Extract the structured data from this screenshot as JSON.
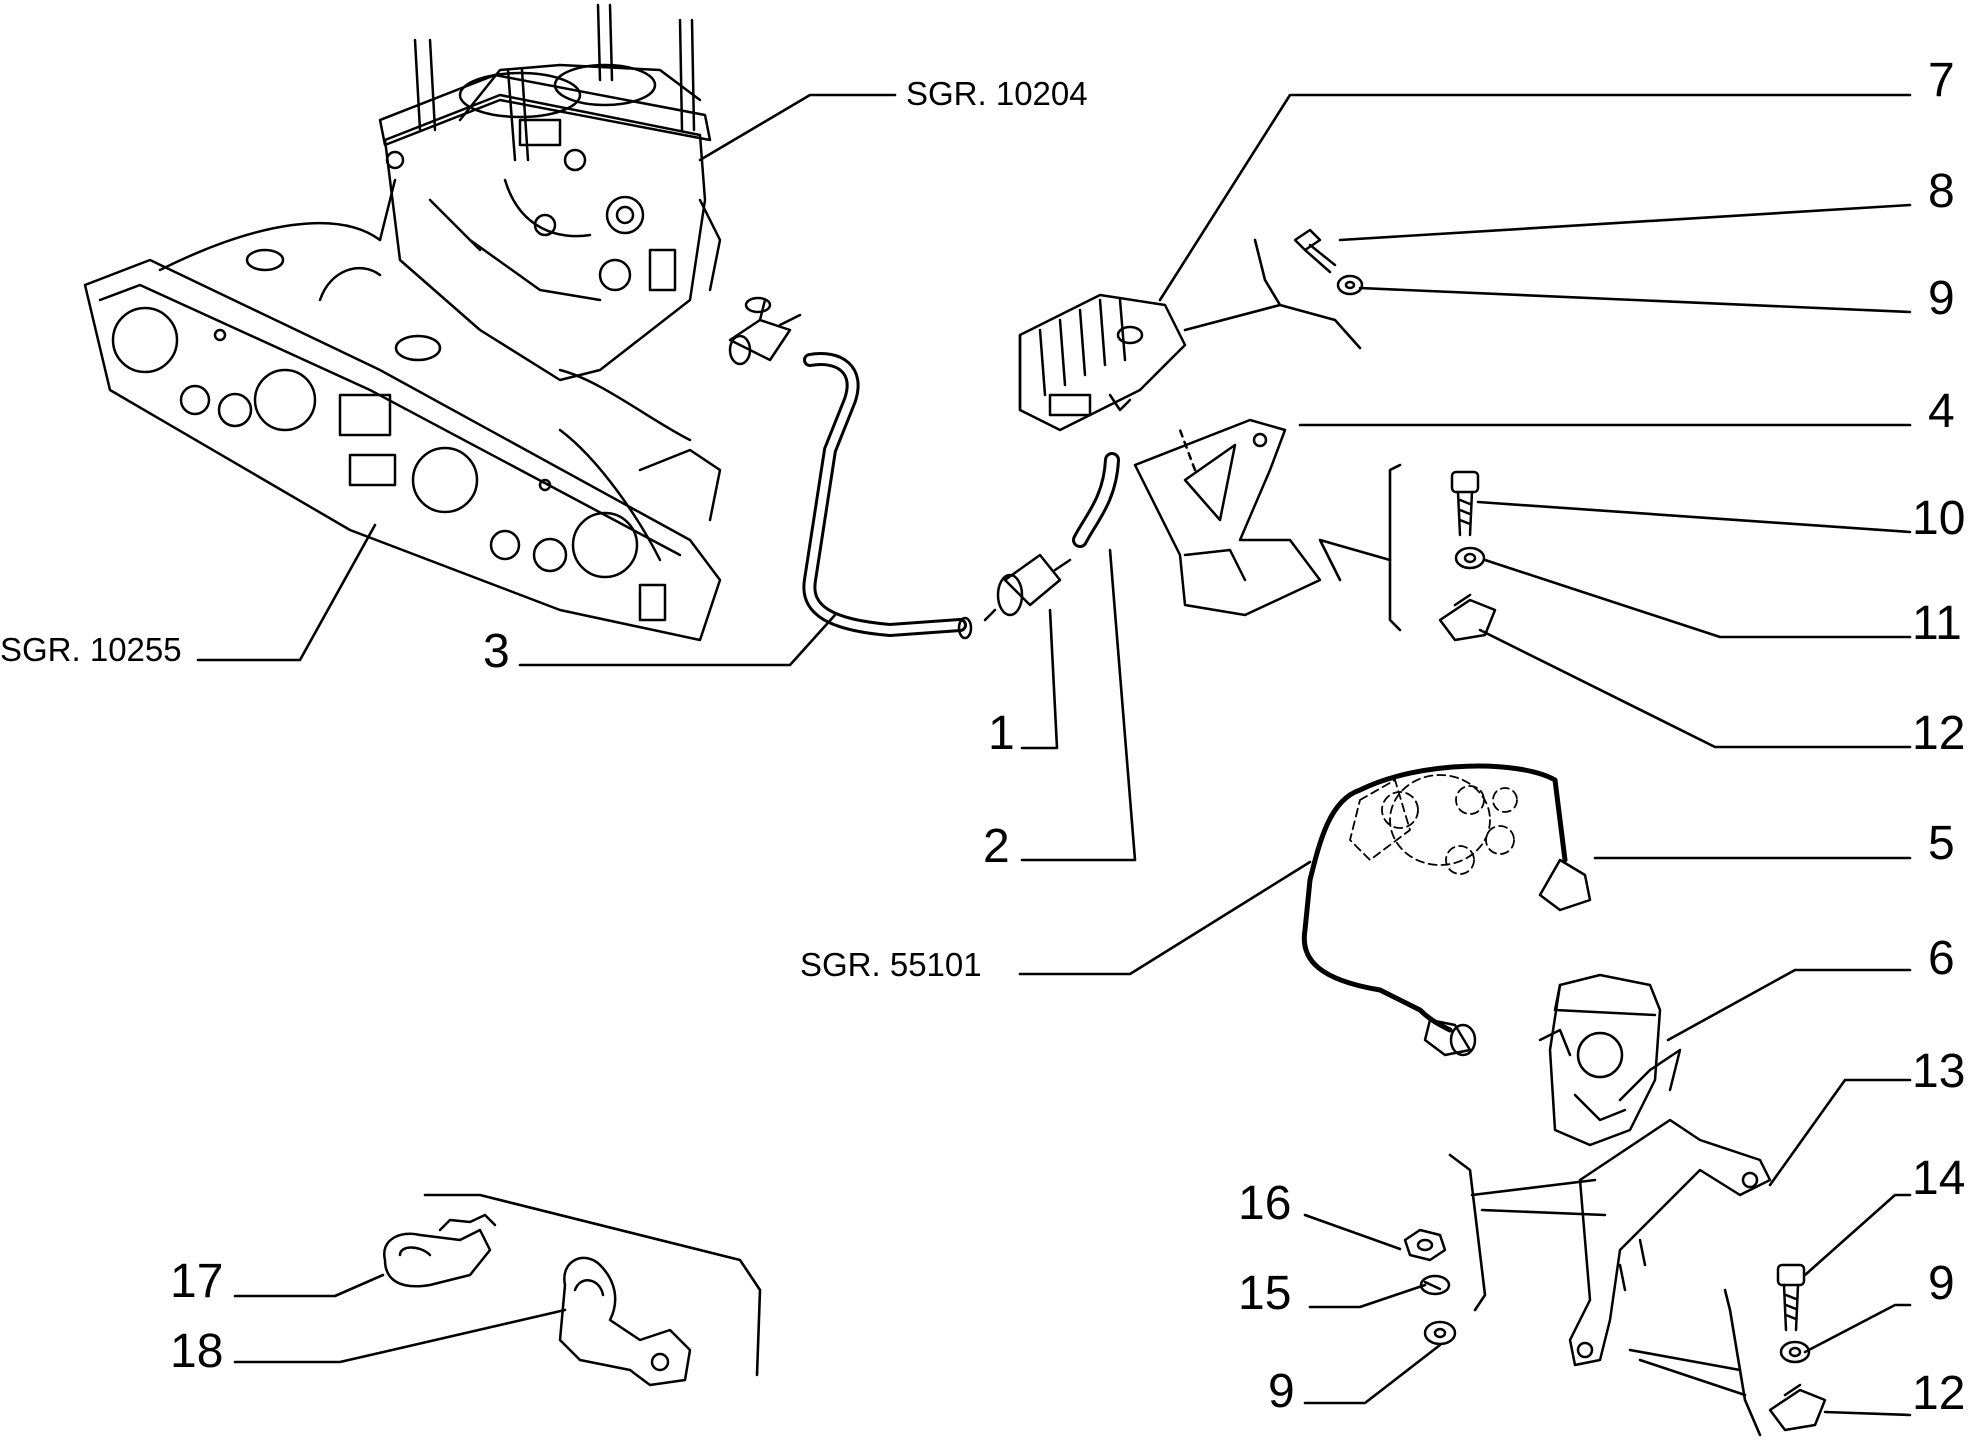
{
  "diagram": {
    "references": {
      "sgr_10204": "SGR. 10204",
      "sgr_10255": "SGR. 10255",
      "sgr_55101": "SGR. 55101"
    },
    "callouts": {
      "c1": "1",
      "c2": "2",
      "c3": "3",
      "c4": "4",
      "c5": "5",
      "c6": "6",
      "c7": "7",
      "c8": "8",
      "c9_top": "9",
      "c10": "10",
      "c11": "11",
      "c12_top": "12",
      "c13": "13",
      "c14": "14",
      "c9_right": "9",
      "c12_bottom": "12",
      "c16": "16",
      "c15": "15",
      "c9_left": "9",
      "c17": "17",
      "c18": "18"
    },
    "colors": {
      "ink": "#000000",
      "paper": "#ffffff"
    }
  }
}
